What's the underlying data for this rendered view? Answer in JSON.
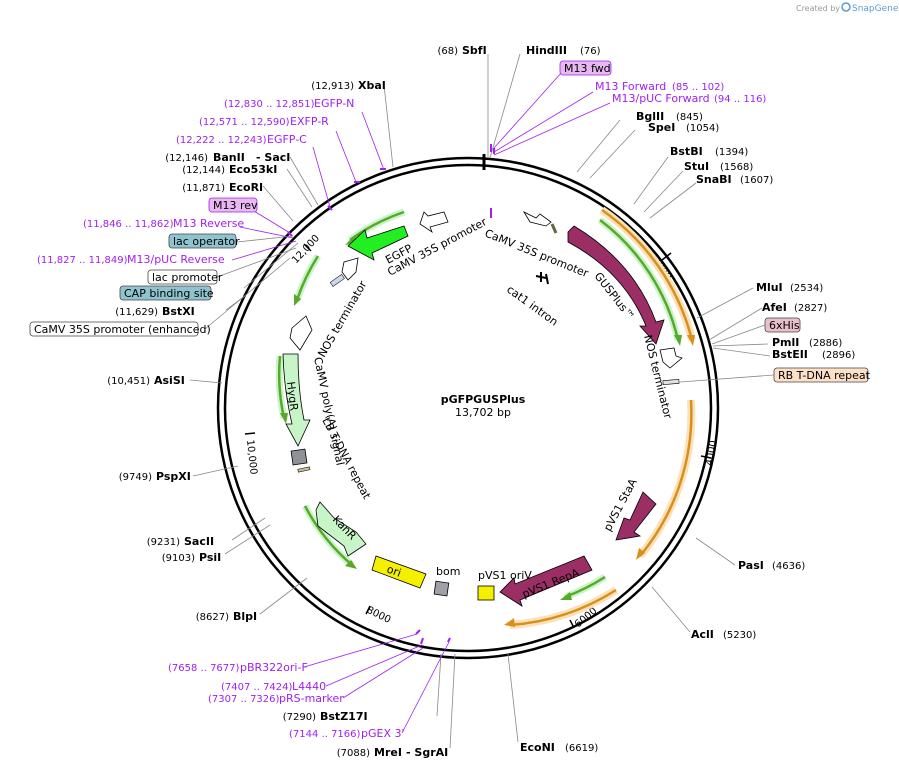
{
  "credit": {
    "created_by": "Created by",
    "brand": "SnapGene"
  },
  "plasmid": {
    "name": "pGFPGUSPlus",
    "size": "13,702 bp"
  },
  "ticks": [
    "2000",
    "4000",
    "6000",
    "8000",
    "10,000",
    "12,000"
  ],
  "sites": {
    "sbfi": {
      "name": "SbfI",
      "pos": "(68)"
    },
    "hindiii": {
      "name": "HindIII",
      "pos": "(76)"
    },
    "bglii": {
      "name": "BglII",
      "pos": "(845)"
    },
    "spei": {
      "name": "SpeI",
      "pos": "(1054)"
    },
    "bstbi": {
      "name": "BstBI",
      "pos": "(1394)"
    },
    "stui": {
      "name": "StuI",
      "pos": "(1568)"
    },
    "snabi": {
      "name": "SnaBI",
      "pos": "(1607)"
    },
    "mlui": {
      "name": "MluI",
      "pos": "(2534)"
    },
    "afei": {
      "name": "AfeI",
      "pos": "(2827)"
    },
    "pmli": {
      "name": "PmlI",
      "pos": "(2886)"
    },
    "bsteii": {
      "name": "BstEII",
      "pos": "(2896)"
    },
    "pasi": {
      "name": "PasI",
      "pos": "(4636)"
    },
    "acli": {
      "name": "AclI",
      "pos": "(5230)"
    },
    "econi": {
      "name": "EcoNI",
      "pos": "(6619)"
    },
    "mrei": {
      "name": "MreI",
      "pos": "(7088)",
      "extra": "- SgrAI"
    },
    "bstz17i": {
      "name": "BstZ17I",
      "pos": "(7290)"
    },
    "blpi": {
      "name": "BlpI",
      "pos": "(8627)"
    },
    "psii": {
      "name": "PsiI",
      "pos": "(9103)"
    },
    "sacii": {
      "name": "SacII",
      "pos": "(9231)"
    },
    "pspxi": {
      "name": "PspXI",
      "pos": "(9749)"
    },
    "asisi": {
      "name": "AsiSI",
      "pos": "(10,451)"
    },
    "bstxi": {
      "name": "BstXI",
      "pos": "(11,629)"
    },
    "ecori": {
      "name": "EcoRI",
      "pos": "(11,871)"
    },
    "eco53ki": {
      "name": "Eco53kI",
      "pos": "(12,144)"
    },
    "banii": {
      "name": "BanII",
      "pos": "(12,146)",
      "extra": "- SacI"
    },
    "xbai": {
      "name": "XbaI",
      "pos": "(12,913)"
    }
  },
  "primers": {
    "m13fwd": {
      "name": "M13 fwd"
    },
    "m13forward": {
      "name": "M13 Forward",
      "pos": "(85 .. 102)"
    },
    "m13pucforward": {
      "name": "M13/pUC Forward",
      "pos": "(94 .. 116)"
    },
    "egfpn": {
      "name": "EGFP-N",
      "pos": "(12,830 .. 12,851)"
    },
    "exfpr": {
      "name": "EXFP-R",
      "pos": "(12,571 .. 12,590)"
    },
    "egfpc": {
      "name": "EGFP-C",
      "pos": "(12,222 .. 12,243)"
    },
    "m13rev": {
      "name": "M13 rev"
    },
    "m13reverse": {
      "name": "M13 Reverse",
      "pos": "(11,846 .. 11,862)"
    },
    "m13pucreverse": {
      "name": "M13/pUC Reverse",
      "pos": "(11,827 .. 11,849)"
    },
    "pbr322": {
      "name": "pBR322ori-F",
      "pos": "(7658 .. 7677)"
    },
    "l4440": {
      "name": "L4440",
      "pos": "(7407 .. 7424)"
    },
    "prs": {
      "name": "pRS-marker",
      "pos": "(7307 .. 7326)"
    },
    "pgex3": {
      "name": "pGEX 3'",
      "pos": "(7144 .. 7166)"
    }
  },
  "boxed": {
    "lac_operator": "lac operator",
    "lac_promoter": "lac promoter",
    "cap_site": "CAP binding site",
    "camv_enhanced": "CaMV 35S promoter (enhanced)",
    "his6": "6xHis",
    "rb_repeat": "RB T-DNA repeat"
  },
  "features": {
    "egfp": "EGFP",
    "camv35s_a": "CaMV 35S promoter",
    "camv35s_b": "CaMV 35S promoter",
    "nos_term_a": "NOS terminator",
    "nos_term_b": "NOS terminator",
    "gusplus": "GUSPlus™",
    "cat1": "cat1 intron",
    "camv_polya": "CaMV poly(A) signal",
    "lb_repeat": "LB T-DNA repeat",
    "hygr": "HygR",
    "kanr": "KanR",
    "ori": "ori",
    "bom": "bom",
    "pvs1_oriv": "pVS1 oriV",
    "pvs1_repa": "pVS1 RepA",
    "pvs1_staa": "pVS1 StaA"
  },
  "colors": {
    "primer": "#a020f0",
    "egfp": "#22ee22",
    "gus": "#9b2e64",
    "ori": "#f5ef00",
    "resist": "#c8f5c8",
    "green_track": "#5aa82a",
    "orange_track": "#d8901a"
  }
}
